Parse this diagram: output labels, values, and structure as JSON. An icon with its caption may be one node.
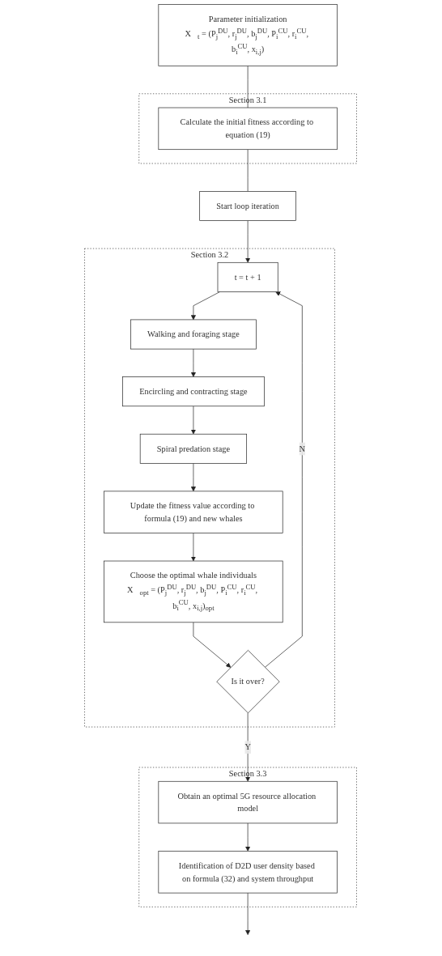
{
  "diagram": {
    "nodes": [
      {
        "text": [
          "Parameter initialization",
          "X⃗$_{t}$ = (P$_{j}$$^{DU}$, r$_{j}$$^{DU}$, b$_{j}$$^{DU}$, P$_{i}$$^{CU}$, r$_{i}$$^{CU}$, b$_{i}$$^{CU}$, x$_{i,j}$)"
        ]
      },
      {
        "text": [
          "Section 3.1"
        ]
      },
      {
        "text": [
          "Calculate the initial fitness according to equation (19)"
        ],
        "in": 1
      },
      {
        "text": [
          "Start loop iteration"
        ]
      },
      {
        "text": [
          "Section 3.2"
        ]
      },
      {
        "text": [
          "t = t + 1"
        ],
        "in": 4
      },
      {
        "text": [
          "Walking and foraging stage"
        ],
        "in": 4
      },
      {
        "text": [
          "Encircling and contracting stage"
        ],
        "in": 4
      },
      {
        "text": [
          "Spiral predation stage"
        ],
        "in": 4
      },
      {
        "text": [
          "Update the fitness value according to formula (19) and new whales"
        ],
        "in": 4
      },
      {
        "text": [
          "Choose the optimal whale individuals",
          "X⃗$_{opt}$ = (P$_{j}$$^{DU}$, r$_{j}$$^{DU}$, b$_{j}$$^{DU}$, P$_{i}$$^{CU}$, r$_{i}$$^{CU}$, b$_{i}$$^{CU}$, x$_{i,j}$)$_{opt}$"
        ],
        "in": 4
      },
      {
        "text": [
          "Is it over?"
        ],
        "in": 4
      },
      {
        "text": [
          "Section 3.3"
        ]
      },
      {
        "text": [
          "Obtain an optimal 5G resource allocation model"
        ],
        "in": 12
      },
      {
        "text": [
          "Identification of D2D user density based on formula (32) and system throughput"
        ],
        "in": 12
      }
    ],
    "edges": [
      {
        "from": 0,
        "to": 2,
        "arrow": "none"
      },
      {
        "from": 2,
        "to": 3,
        "arrow": "none"
      },
      {
        "from": 3,
        "to": 5,
        "arrow": "to"
      },
      {
        "from": 5,
        "to": 6,
        "arrow": "to"
      },
      {
        "from": 6,
        "to": 7,
        "arrow": "to"
      },
      {
        "from": 7,
        "to": 8,
        "arrow": "to"
      },
      {
        "from": 8,
        "to": 9,
        "arrow": "to"
      },
      {
        "from": 9,
        "to": 10,
        "arrow": "to"
      },
      {
        "from": 10,
        "to": 11,
        "arrow": "to"
      },
      {
        "from": 11,
        "to": 5,
        "label": "N",
        "arrow": "to"
      },
      {
        "from": 11,
        "to": 13,
        "label": "Y",
        "arrow": "to"
      },
      {
        "from": 13,
        "to": 14,
        "arrow": "to"
      },
      {
        "from": 14,
        "to": null,
        "arrow": "to"
      }
    ]
  }
}
